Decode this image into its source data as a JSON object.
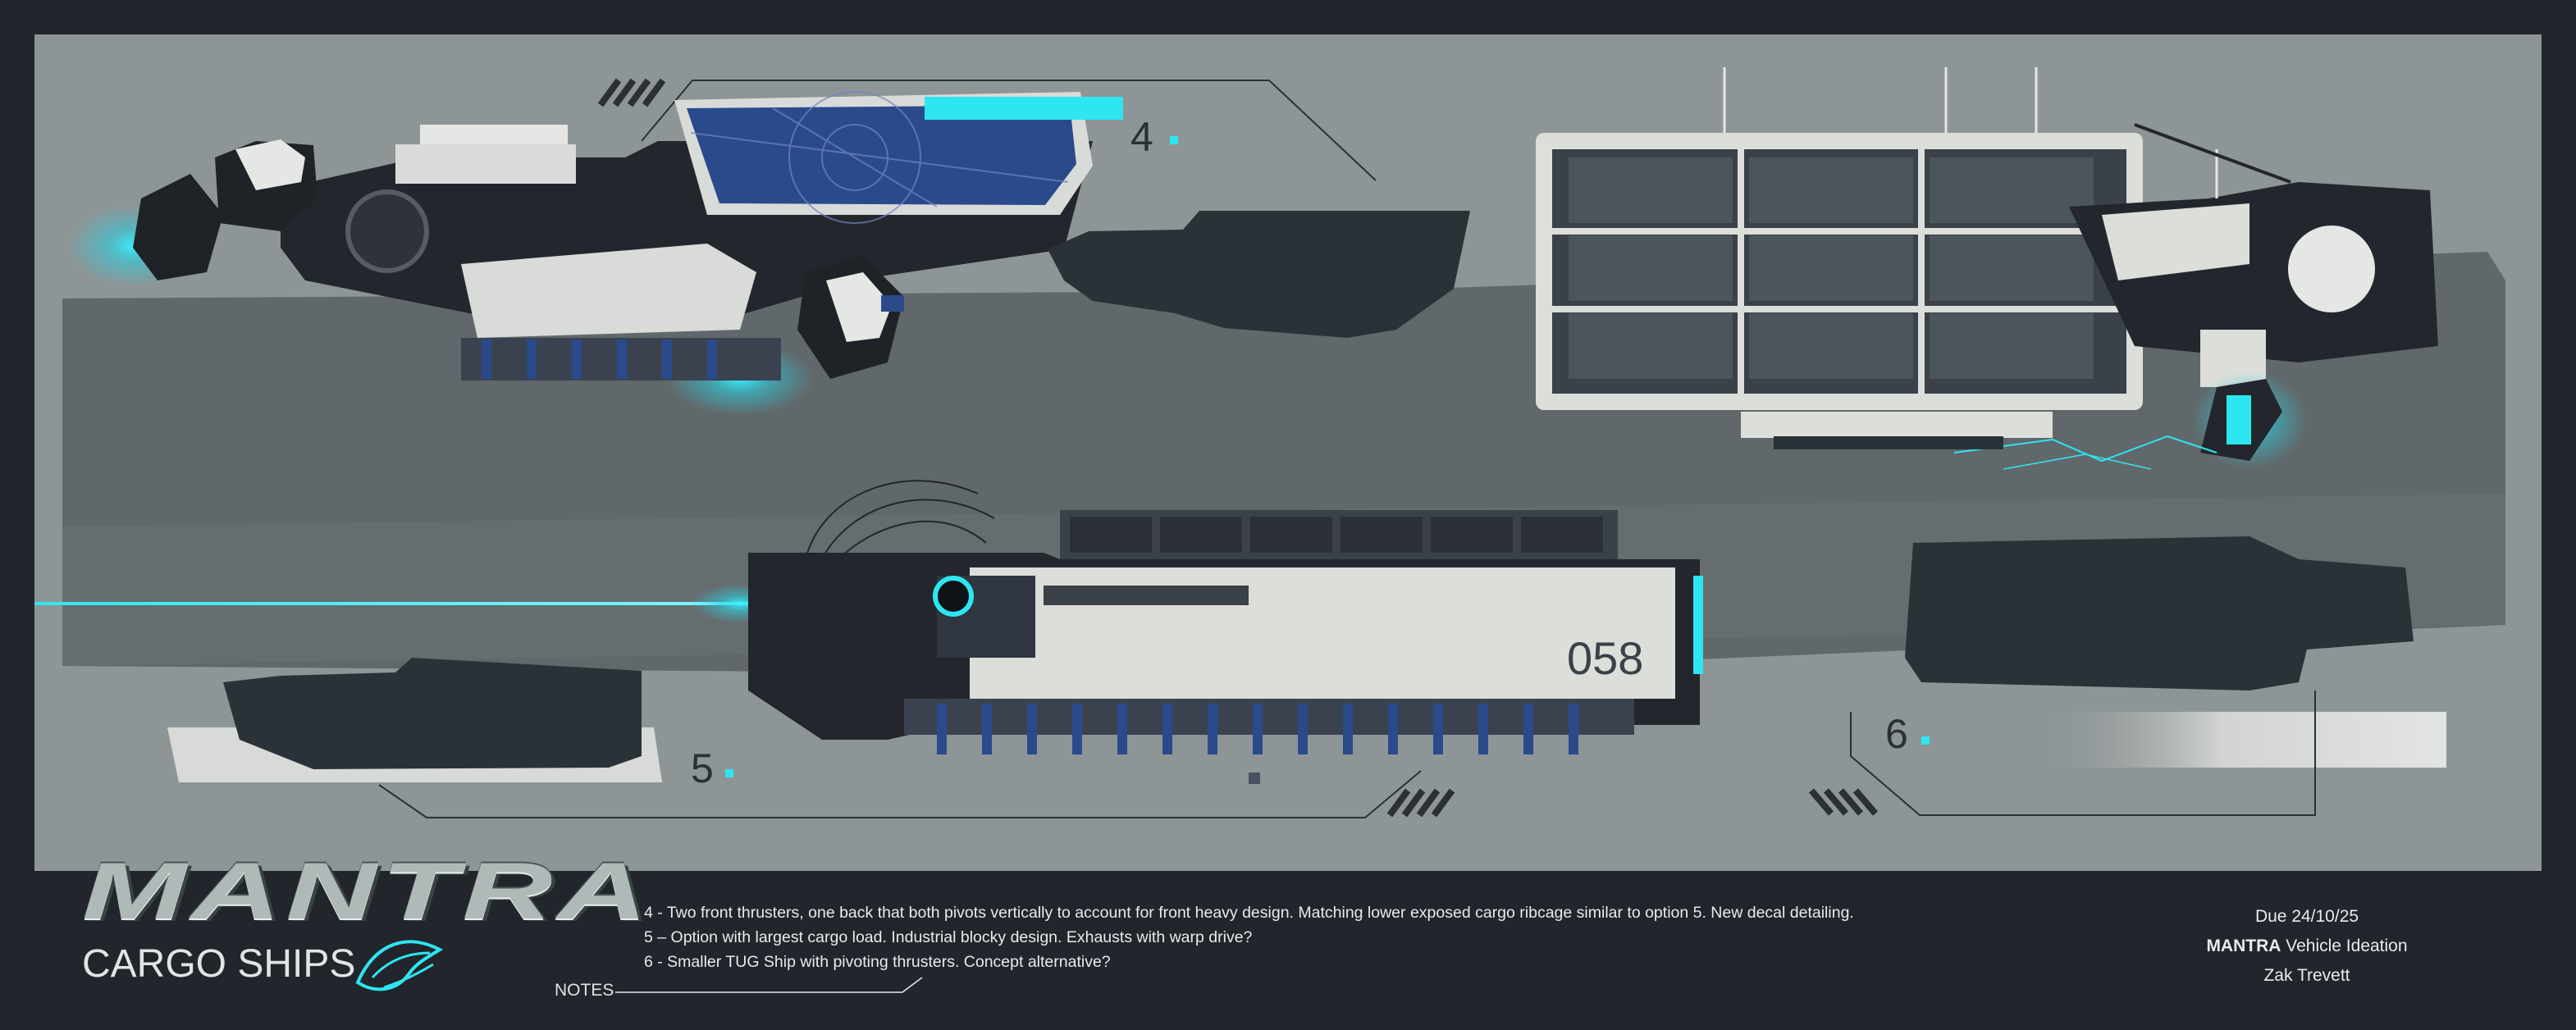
{
  "brand": {
    "logo_text": "MANTRA",
    "subtitle": "CARGO SHIPS",
    "emblem": "mantis-emblem-icon"
  },
  "sheet_labels": {
    "option_4": "4",
    "option_5": "5",
    "option_6": "6",
    "hull_number": "058"
  },
  "notes": {
    "label": "NOTES",
    "lines": [
      "4 - Two front thrusters, one back that both pivots vertically to account for front heavy design. Matching lower exposed cargo ribcage similar to option 5. New decal detailing.",
      "5 – Option with largest cargo load. Industrial blocky design. Exhausts with warp drive?",
      "6 - Smaller TUG Ship with pivoting thrusters. Concept alternative?"
    ]
  },
  "info": {
    "due_label": "Due",
    "due_date": "24/10/25",
    "project_bold": "MANTRA",
    "project_rest": " Vehicle Ideation",
    "author": "Zak Trevett"
  },
  "colors": {
    "frame": "#22252b",
    "panel": "#8e9596",
    "band": "#5c6366",
    "silhouette": "#2b3237",
    "hull_light": "#d9dbd8",
    "hull_dark": "#23272d",
    "accent_blue": "#2a4a8c",
    "glow_cyan": "#2ee6f0"
  }
}
